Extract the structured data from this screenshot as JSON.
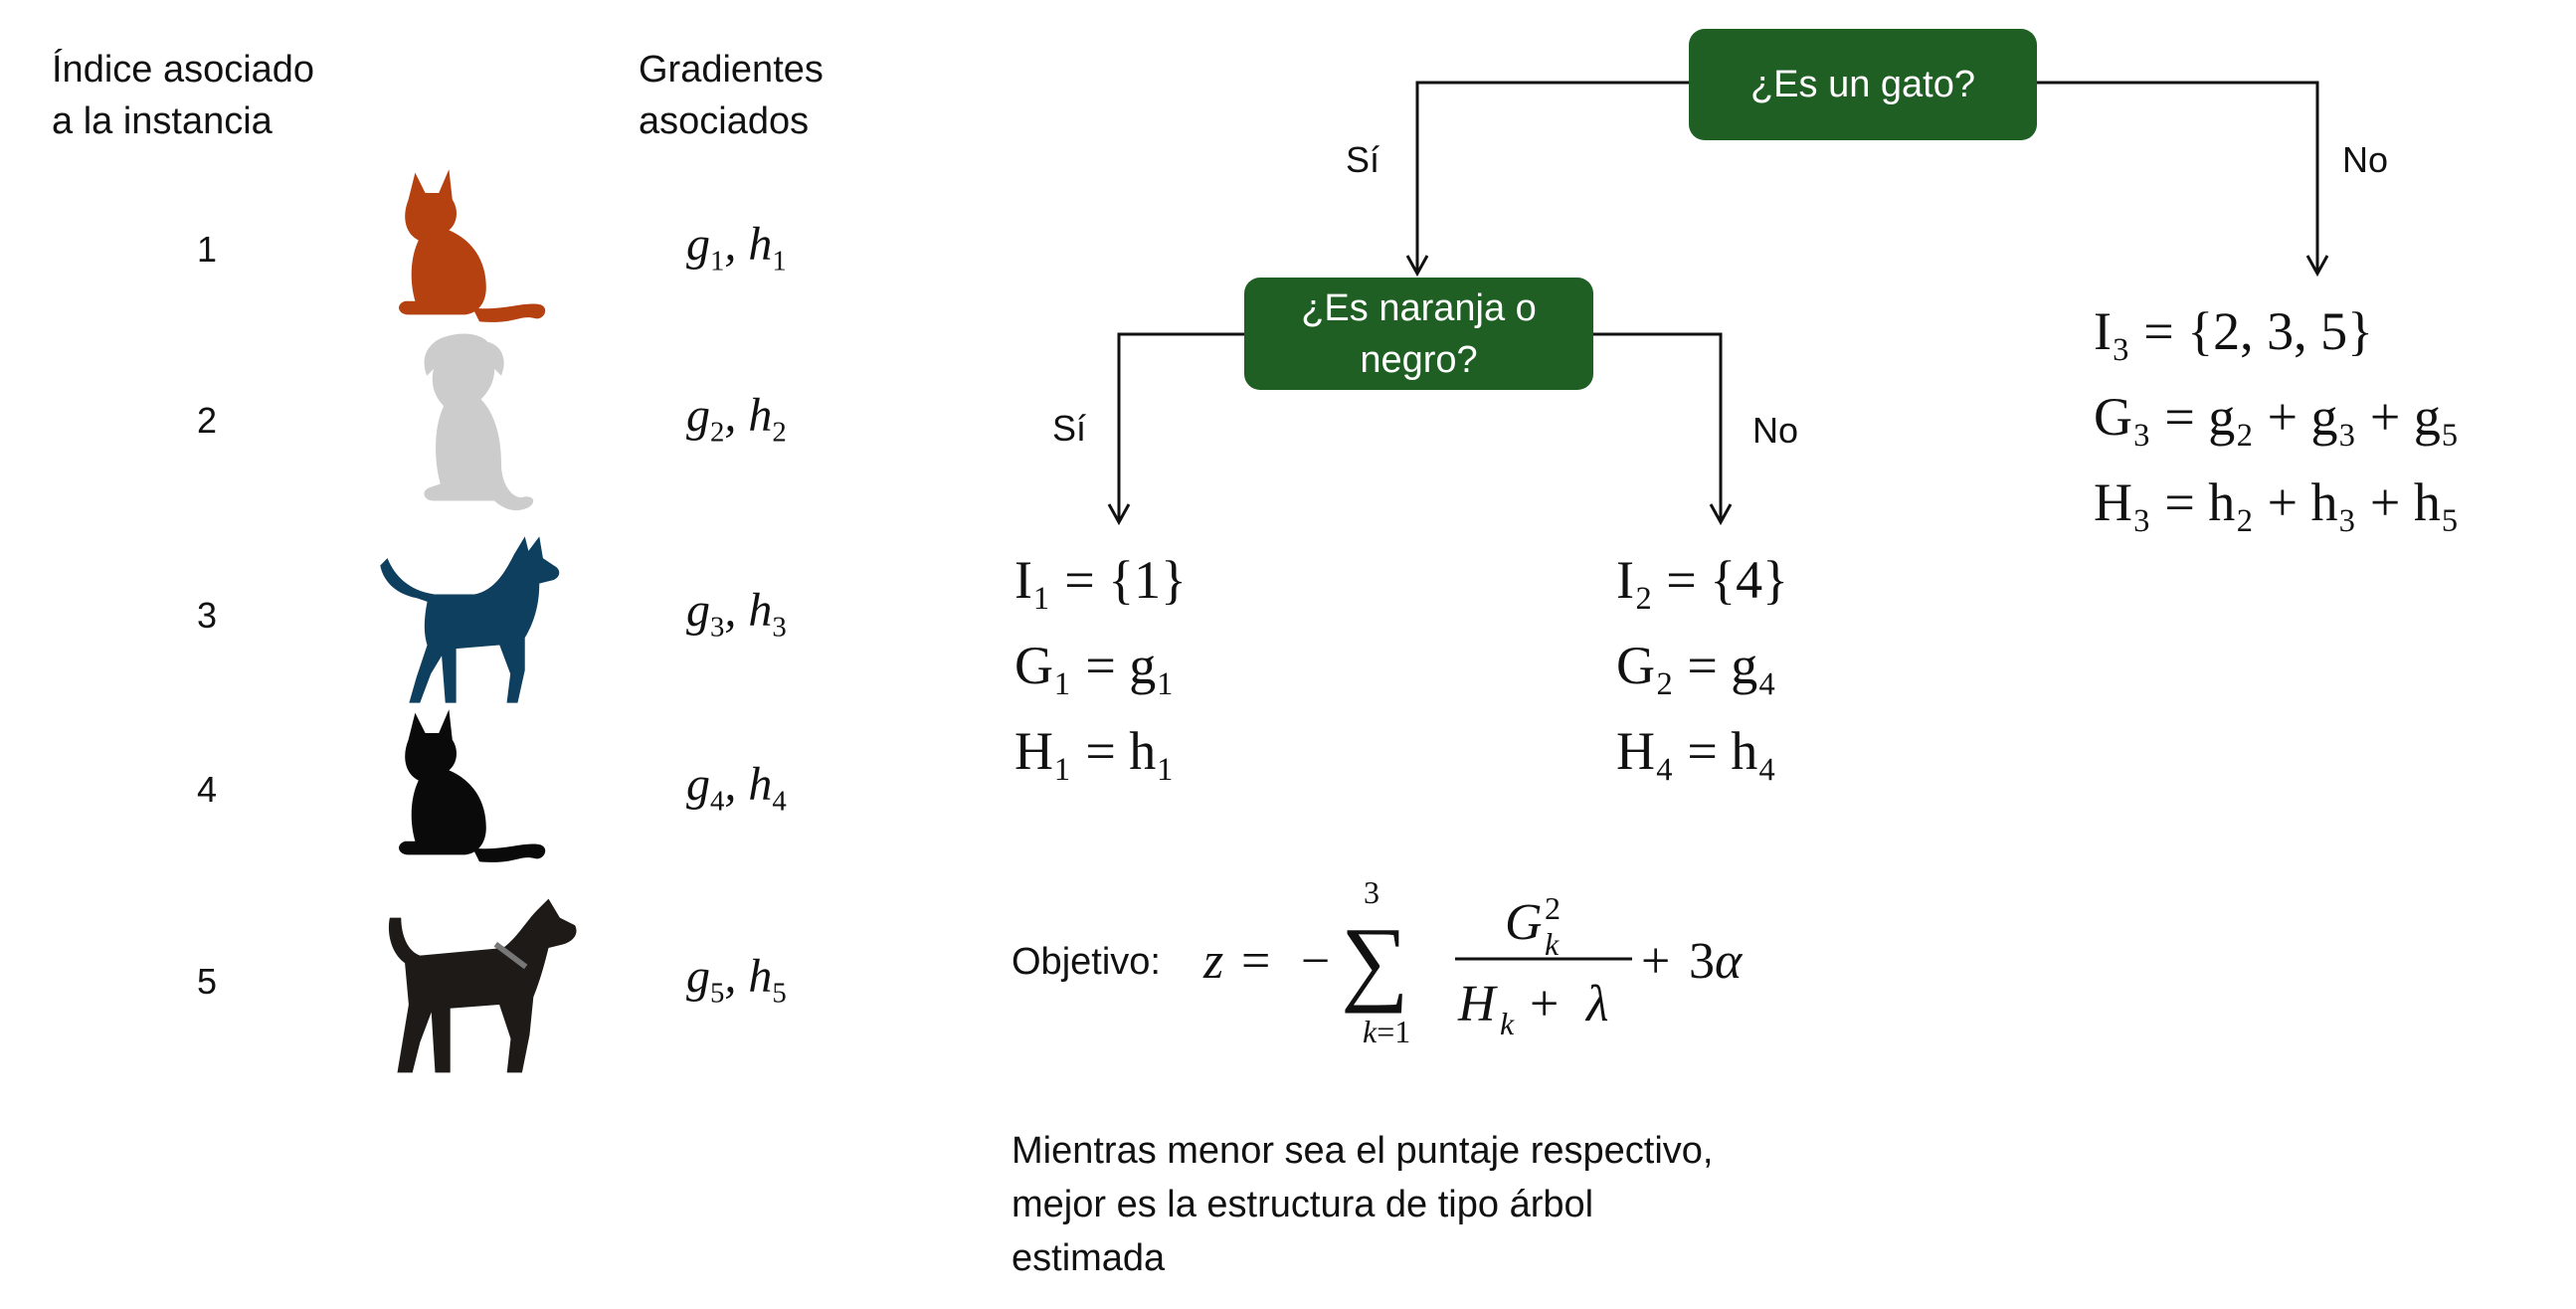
{
  "headers": {
    "index": "Índice asociado\na la instancia",
    "gradients": "Gradientes\nasociados"
  },
  "instances": [
    {
      "index": "1",
      "animal": "cat",
      "color": "#b4410f",
      "g": "g",
      "h": "h",
      "sub": "1"
    },
    {
      "index": "2",
      "animal": "dog-sitting",
      "color": "#cccccc",
      "g": "g",
      "h": "h",
      "sub": "2"
    },
    {
      "index": "3",
      "animal": "husky",
      "color": "#0e3f5f",
      "g": "g",
      "h": "h",
      "sub": "3"
    },
    {
      "index": "4",
      "animal": "cat",
      "color": "#0a0a0a",
      "g": "g",
      "h": "h",
      "sub": "4"
    },
    {
      "index": "5",
      "animal": "dog-collar",
      "color": "#1e1a17",
      "g": "g",
      "h": "h",
      "sub": "5"
    }
  ],
  "tree": {
    "root_label": "¿Es un gato?",
    "child_label": "¿Es naranja o\nnegro?",
    "yes_label": "Sí",
    "no_label": "No",
    "node_color": "#1f5f24"
  },
  "leaves": {
    "leaf1": {
      "I": "I₁ = {1}",
      "G": "G₁ = g₁",
      "H": "H₁ = h₁"
    },
    "leaf2": {
      "I": "I₂ = {4}",
      "G": "G₂ = g₄",
      "H": "H₄ = h₄"
    },
    "leaf3": {
      "I": "I₃ = {2, 3, 5}",
      "G": "G₃ = g₂ + g₃ + g₅",
      "H": "H₃ = h₂ + h₃ + h₅"
    }
  },
  "objective": {
    "label": "Objetivo:",
    "formula": "z = −∑_{k=1}^{3} G_k² / (H_k + λ) + 3α"
  },
  "note": "Mientras menor sea el puntaje respectivo,\nmejor es la estructura de tipo árbol\nestimada"
}
